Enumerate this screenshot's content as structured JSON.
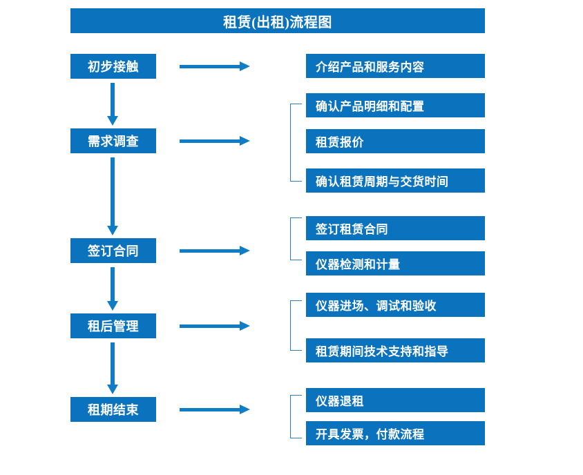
{
  "diagram": {
    "title": "租赁(出租)流程图",
    "colors": {
      "box_fill": "#0b73bd",
      "arrow": "#0f7cc6",
      "bracket": "#2a7ec0",
      "box_text": "#ffffff",
      "background": "#ffffff"
    },
    "stages": [
      {
        "label": "初步接触"
      },
      {
        "label": "需求调查"
      },
      {
        "label": "签订合同"
      },
      {
        "label": "租后管理"
      },
      {
        "label": "租期结束"
      }
    ],
    "details": [
      {
        "label": "介绍产品和服务内容"
      },
      {
        "label": "确认产品明细和配置"
      },
      {
        "label": "租赁报价"
      },
      {
        "label": "确认租赁周期与交货时间"
      },
      {
        "label": "签订租赁合同"
      },
      {
        "label": "仪器检测和计量"
      },
      {
        "label": "仪器进场、调试和验收"
      },
      {
        "label": "租赁期间技术支持和指导"
      },
      {
        "label": "仪器退租"
      },
      {
        "label": "开具发票，付款流程"
      }
    ],
    "connectors": {
      "horizontal_arrow": "right-arrow-icon",
      "vertical_arrow": "down-arrow-icon",
      "group_bracket": "left-bracket-icon"
    }
  }
}
